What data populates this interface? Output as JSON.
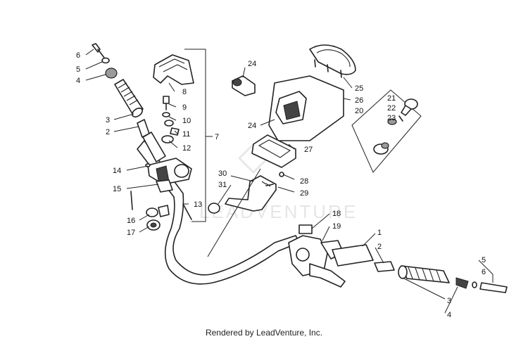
{
  "watermark": "LEADVENTURE",
  "footer": "Rendered by LeadVenture, Inc.",
  "callouts": [
    "6",
    "5",
    "4",
    "3",
    "2",
    "8",
    "9",
    "10",
    "11",
    "12",
    "7",
    "14",
    "15",
    "13",
    "16",
    "17",
    "24",
    "24",
    "25",
    "26",
    "20",
    "21",
    "22",
    "23",
    "27",
    "28",
    "29",
    "30",
    "31",
    "18",
    "19",
    "1",
    "2",
    "5",
    "6",
    "3",
    "4"
  ]
}
